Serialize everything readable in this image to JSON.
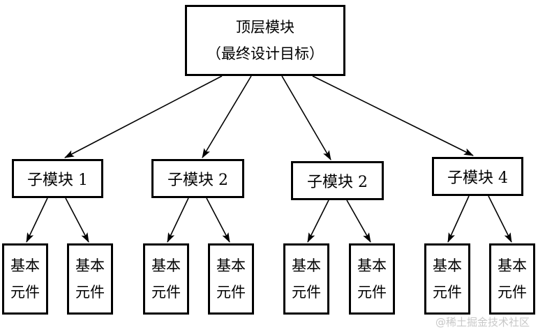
{
  "diagram": {
    "root": {
      "line1": "顶层模块",
      "line2": "（最终设计目标）"
    },
    "modules": [
      {
        "label": "子模块 1",
        "components": [
          {
            "line1": "基本",
            "line2": "元件"
          },
          {
            "line1": "基本",
            "line2": "元件"
          }
        ]
      },
      {
        "label": "子模块 2",
        "components": [
          {
            "line1": "基本",
            "line2": "元件"
          },
          {
            "line1": "基本",
            "line2": "元件"
          }
        ]
      },
      {
        "label": "子模块 2",
        "components": [
          {
            "line1": "基本",
            "line2": "元件"
          },
          {
            "line1": "基本",
            "line2": "元件"
          }
        ]
      },
      {
        "label": "子模块 4",
        "components": [
          {
            "line1": "基本",
            "line2": "元件"
          },
          {
            "line1": "基本",
            "line2": "元件"
          }
        ]
      }
    ],
    "edge_color": "#000000"
  },
  "watermark": "@稀土掘金技术社区"
}
